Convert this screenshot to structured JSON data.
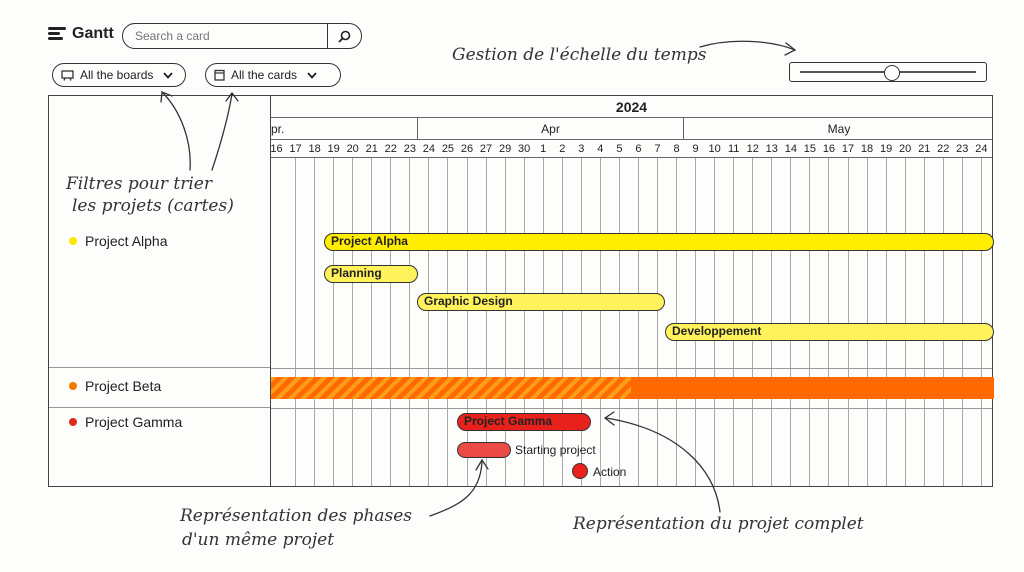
{
  "app": {
    "title": "Gantt"
  },
  "search": {
    "placeholder": "Search a card"
  },
  "filters": {
    "boards_label": "All the boards",
    "cards_label": "All the cards"
  },
  "timeline": {
    "year": "2024",
    "months": [
      "pr.",
      "Apr",
      "May"
    ],
    "days": [
      "16",
      "17",
      "18",
      "19",
      "20",
      "21",
      "22",
      "23",
      "24",
      "25",
      "26",
      "27",
      "29",
      "30",
      "1",
      "2",
      "3",
      "4",
      "5",
      "6",
      "7",
      "8",
      "9",
      "10",
      "11",
      "12",
      "13",
      "14",
      "15",
      "16",
      "17",
      "18",
      "19",
      "20",
      "21",
      "22",
      "23",
      "24"
    ]
  },
  "projects": [
    {
      "name": "Project Alpha",
      "color": "#ffe600"
    },
    {
      "name": "Project Beta",
      "color": "#f07a00"
    },
    {
      "name": "Project Gamma",
      "color": "#e02a1c"
    }
  ],
  "bars": {
    "alpha": "Project Alpha",
    "planning": "Planning",
    "graphic_design": "Graphic Design",
    "developpement": "Developpement",
    "gamma": "Project Gamma",
    "starting_project": "Starting project",
    "action": "Action"
  },
  "annotations": {
    "timescale": "Gestion de l'échelle du temps",
    "filters_line1": "Filtres pour trier",
    "filters_line2": "les projets (cartes)",
    "phases_line1": "Représentation des phases",
    "phases_line2": "d'un même projet",
    "full_project": "Représentation du projet complet"
  }
}
